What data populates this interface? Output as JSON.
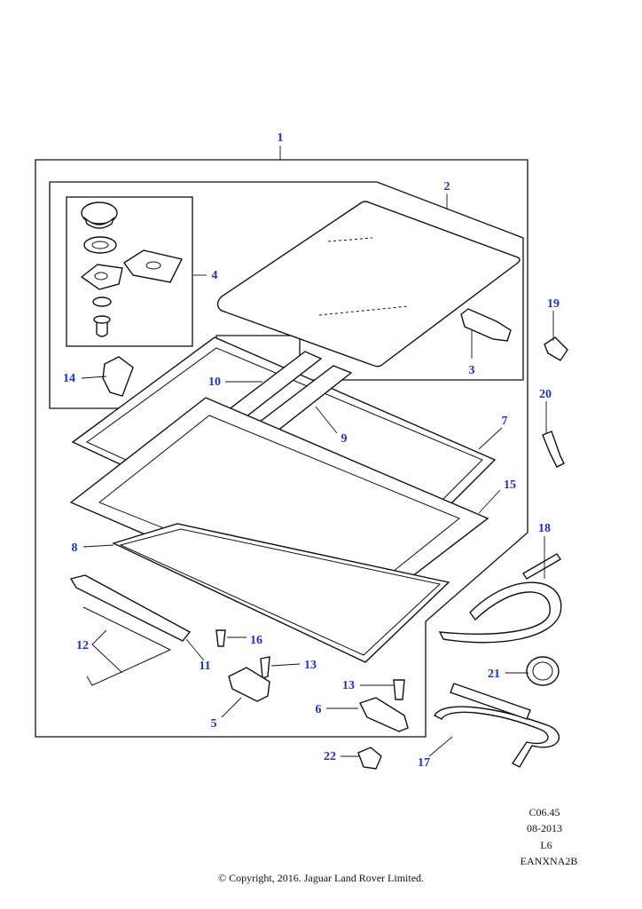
{
  "callouts": {
    "c1": "1",
    "c2": "2",
    "c3": "3",
    "c4": "4",
    "c5": "5",
    "c6": "6",
    "c7": "7",
    "c8": "8",
    "c9": "9",
    "c10": "10",
    "c11": "11",
    "c12": "12",
    "c13a": "13",
    "c13b": "13",
    "c14": "14",
    "c15": "15",
    "c16": "16",
    "c17": "17",
    "c18": "18",
    "c19": "19",
    "c20": "20",
    "c21": "21",
    "c22": "22"
  },
  "reference": {
    "code": "C06.45",
    "date": "08-2013",
    "level": "L6",
    "illustration_id": "EANXNA2B"
  },
  "copyright": "© Copyright, 2016. Jaguar Land Rover Limited.",
  "colors": {
    "callout": "#1a33c8",
    "line": "#111111",
    "background": "#ffffff"
  }
}
